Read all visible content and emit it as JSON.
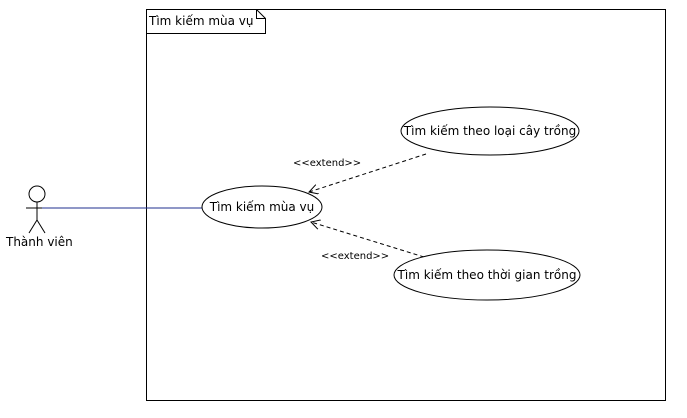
{
  "diagram": {
    "system_title": "Tìm kiếm mùa vụ",
    "actor": {
      "name": "Thành viên"
    },
    "use_cases": {
      "main": "Tìm kiếm mùa vụ",
      "by_crop_type": "Tìm kiếm theo loại cây trồng",
      "by_planting_time": "Tìm kiếm theo thời gian trồng"
    },
    "relations": {
      "extend_1": "<<extend>>",
      "extend_2": "<<extend>>"
    },
    "colors": {
      "association_line": "#1f2f8f",
      "stroke": "#000000",
      "fill": "#ffffff"
    }
  }
}
